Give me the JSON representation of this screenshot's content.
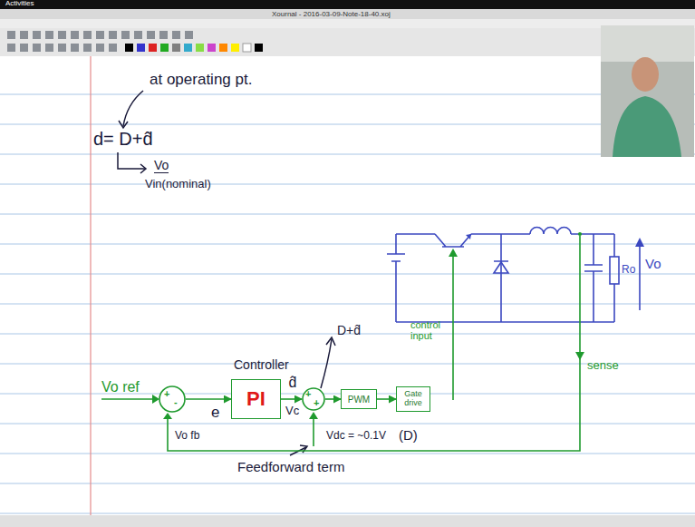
{
  "diagram": {
    "nodes": [
      {
        "text": [
          "+",
          "-"
        ]
      },
      {
        "text": [
          "Controller",
          "PI"
        ]
      },
      {
        "text": [
          "+",
          "+"
        ]
      },
      {
        "text": [
          "PWM"
        ]
      },
      {
        "text": [
          "Gate drive"
        ]
      }
    ],
    "edges": [
      {
        "from": 0,
        "to": 1,
        "arrow": "to",
        "label": "e"
      },
      {
        "from": 1,
        "to": 2,
        "arrow": "to",
        "label": "d̂"
      },
      {
        "from": 2,
        "to": 3,
        "arrow": "to"
      },
      {
        "from": 3,
        "to": 4,
        "arrow": "to"
      }
    ],
    "labels": [
      "Activities",
      "Xournal - 2016-03-09-Note-18-40.xoj",
      "at operating pt.",
      "d= D+d̂",
      "Vo",
      "Vin(nominal)",
      "Ro",
      "Vo",
      "control input",
      "sense",
      "Vo ref",
      "Vc",
      "D+d̂",
      "Vdc = ~0.1V",
      "(D)",
      "Feedforward term",
      "Vo fb"
    ]
  }
}
